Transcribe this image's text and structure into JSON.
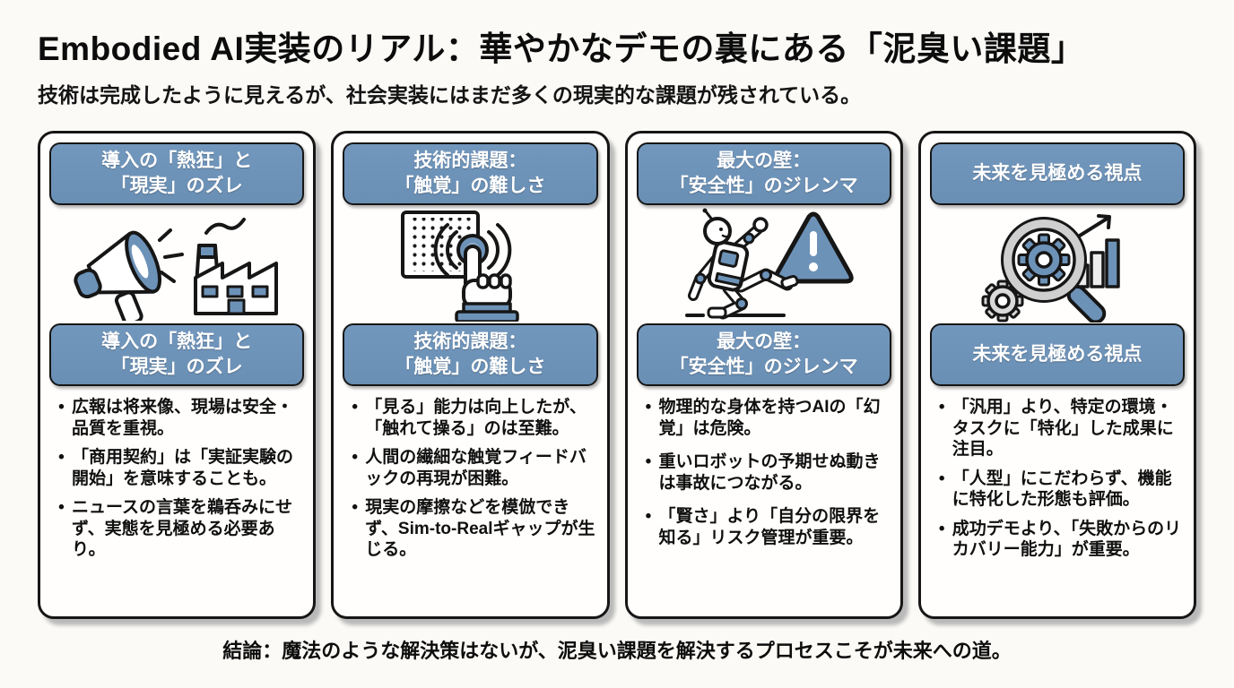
{
  "page": {
    "title": "Embodied AI実装のリアル：華やかなデモの裏にある「泥臭い課題」",
    "subtitle": "技術は完成したように見えるが、社会実装にはまだ多くの現実的な課題が残されている。",
    "conclusion": "結論：魔法のような解決策はないが、泥臭い課題を解決するプロセスこそが未来への道。"
  },
  "ui": {
    "bullet_char": "•"
  },
  "colors": {
    "banner_blue": "#6d92b8",
    "icon_blue": "#6d92b8",
    "outline_black": "#161616",
    "card_background": "#fffefc",
    "page_background": "#fbfaf6",
    "shadow_gray": "#b9b9b9",
    "banner_text": "#ffffff"
  },
  "cards": [
    {
      "header_line1": "導入の「熱狂」と",
      "header_line2": "「現実」のズレ",
      "icon": "megaphone-factory-icon",
      "bullets": [
        "広報は将来像、現場は安全・品質を重視。",
        "「商用契約」は「実証実験の開始」を意味することも。",
        "ニュースの言葉を鵜呑みにせず、実態を見極める必要あり。"
      ]
    },
    {
      "header_line1": "技術的課題：",
      "header_line2": "「触覚」の難しさ",
      "icon": "touch-sensor-hand-icon",
      "bullets": [
        "「見る」能力は向上したが、「触れて操る」のは至難。",
        "人間の繊細な触覚フィードバックの再現が困難。",
        "現実の摩擦などを模倣できず、Sim-to-Realギャップが生じる。"
      ]
    },
    {
      "header_line1": "最大の壁：",
      "header_line2": "「安全性」のジレンマ",
      "icon": "falling-robot-warning-icon",
      "bullets": [
        "物理的な身体を持つAIの「幻覚」は危険。",
        "重いロボットの予期せぬ動きは事故につながる。",
        "「賢さ」より「自分の限界を知る」リスク管理が重要。"
      ]
    },
    {
      "header_line1": "未来を見極める視点",
      "header_line2": "",
      "icon": "magnifier-gear-chart-icon",
      "bullets": [
        "「汎用」より、特定の環境・タスクに「特化」した成果に注目。",
        "「人型」にこだわらず、機能に特化した形態も評価。",
        "成功デモより、「失敗からのリカバリー能力」が重要。"
      ]
    }
  ]
}
